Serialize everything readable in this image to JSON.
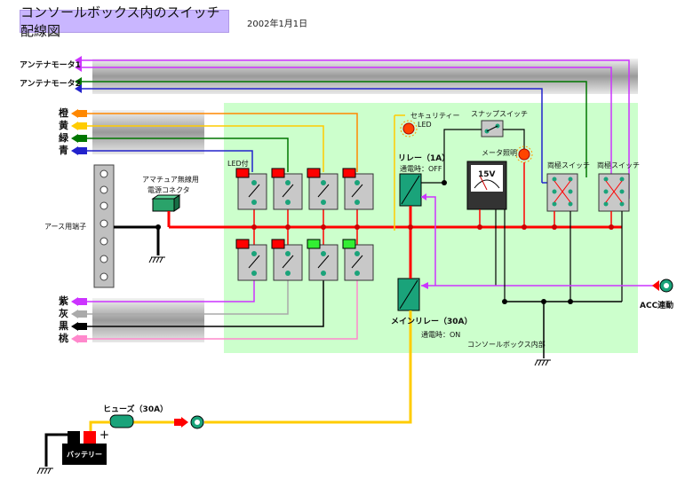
{
  "title": "コンソールボックス内のスイッチ配線図",
  "date": "2002年1月1日",
  "labels": {
    "antenna1": "アンテナモータ1",
    "antenna2": "アンテナモータ2",
    "orange": "橙",
    "yellow": "黄",
    "green": "緑",
    "blue": "青",
    "purple": "紫",
    "gray": "灰",
    "black": "黒",
    "pink": "桃",
    "earth_terminal": "アース用端子",
    "connector_line1": "アマチュア無線用",
    "connector_line2": "電源コネクタ",
    "led_switch": "LED付",
    "security_line1": "セキュリティー",
    "security_line2": "LED",
    "snap_switch": "スナップスイッチ",
    "meter_light": "メータ照明",
    "relay_1a": "リレー（1A）",
    "relay_1a_state": "通電時：OFF",
    "meter_reading": "15V",
    "dpdt_left": "両極スイッチ",
    "dpdt_right": "両極スイッチ",
    "main_relay": "メインリレー（30A）",
    "main_relay_state": "通電時：ON",
    "console_inside": "コンソールボックス内部",
    "acc": "ACC連動",
    "fuse": "ヒューズ（30A）",
    "battery": "バッテリー",
    "minus": "－",
    "plus": "＋"
  },
  "colors": {
    "background_panel": "#ccffcc",
    "power_line": "#ff0000",
    "yellow_line": "#ffcc00",
    "purple_line": "#cc33ff",
    "green_line": "#007700",
    "blue_line": "#2222cc",
    "orange_line": "#ff8800",
    "gray_line": "#aaaaaa",
    "pink_line": "#ff88cc",
    "title_bg": "#c9b6ff"
  }
}
